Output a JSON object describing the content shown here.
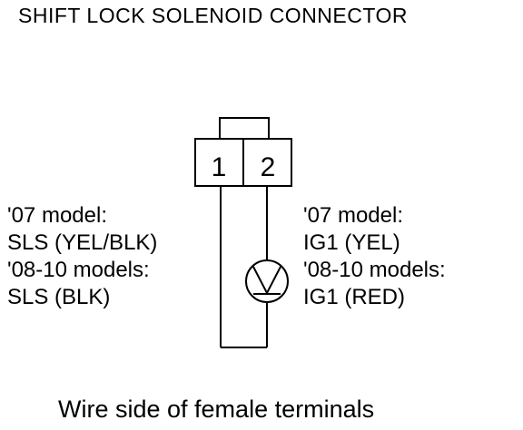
{
  "title": "SHIFT LOCK SOLENOID CONNECTOR",
  "connector": {
    "terminal_1": "1",
    "terminal_2": "2"
  },
  "left_wire": {
    "line1": "'07 model:",
    "line2": "SLS (YEL/BLK)",
    "line3": "'08-10 models:",
    "line4": "SLS (BLK)"
  },
  "right_wire": {
    "line1": "'07 model:",
    "line2": "IG1 (YEL)",
    "line3": "'08-10 models:",
    "line4": "IG1 (RED)"
  },
  "caption": "Wire side of female terminals"
}
